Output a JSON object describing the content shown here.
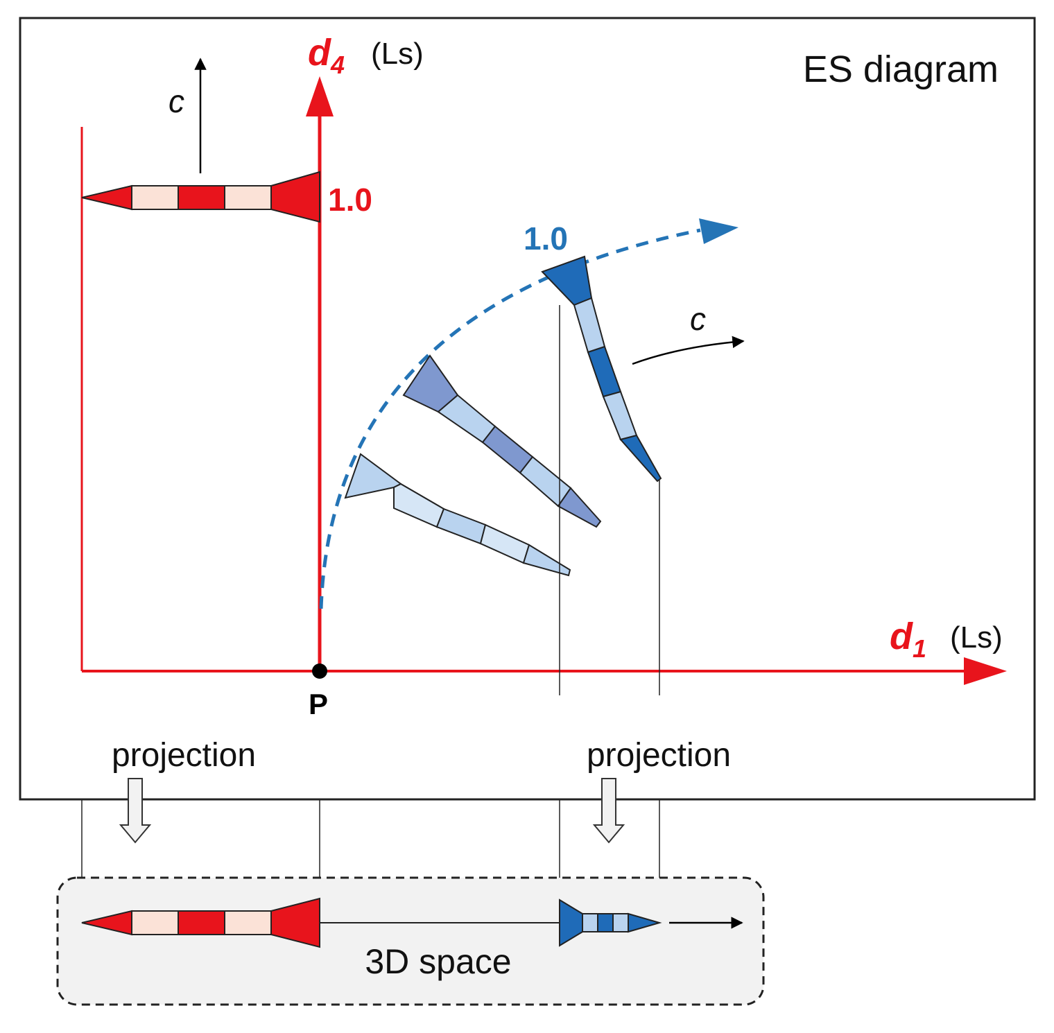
{
  "panel": {
    "title": "ES diagram"
  },
  "axes": {
    "vertical": {
      "name": "d",
      "subscript": "4",
      "unit": "(Ls)"
    },
    "horizontal": {
      "name": "d",
      "subscript": "1",
      "unit": "(Ls)"
    },
    "origin_label": "P"
  },
  "annotations": {
    "speed_label_red": "c",
    "speed_label_blue": "c",
    "red_tick_value": "1.0",
    "blue_tick_value": "1.0",
    "projection_left": "projection",
    "projection_right": "projection"
  },
  "space_box": {
    "label": "3D space"
  },
  "colors": {
    "red": "#e8141c",
    "red_light": "#fbe2d7",
    "blue_dark": "#1f6bb8",
    "blue_mid": "#7f98cf",
    "blue_light": "#b9d3ef",
    "blue_pale": "#d6e6f6",
    "curve_blue": "#2474b6",
    "box_fill": "#f2f2f2"
  }
}
